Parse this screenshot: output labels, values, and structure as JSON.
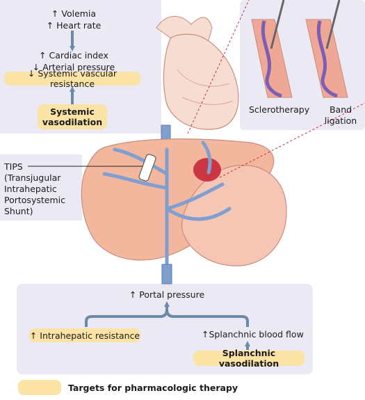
{
  "systemic": {
    "volemia": "↑ Volemia",
    "heart_rate": "↑ Heart rate",
    "cardiac_index": "↑ Cardiac index",
    "arterial_pressure": "↓ Arterial pressure",
    "svr": "↓ Systemic vascular resistance",
    "vasodilation_line1": "Systemic",
    "vasodilation_line2": "vasodilation"
  },
  "endoscopy": {
    "sclerotherapy": "Sclerotherapy",
    "band_line1": "Band",
    "band_line2": "ligation"
  },
  "tips": {
    "line1": "TIPS",
    "line2": "(Transjugular",
    "line3": "Intrahepatic",
    "line4": "Portosystemic",
    "line5": "Shunt)"
  },
  "portal": {
    "portal_pressure": "↑ Portal pressure",
    "intrahepatic": "↑ Intrahepatic resistance",
    "splanchnic_flow": "↑Splanchnic blood flow",
    "splanchnic_vasodilation": "Splanchnic vasodilation"
  },
  "legend": {
    "label": "Targets for pharmacologic therapy"
  },
  "colors": {
    "panel_bg": "#ebe9f3",
    "target_yellow": "#fbe3a6",
    "arrow_blue": "#6a8aa8",
    "vein_blue": "#7f9fd0",
    "liver": "#f2b79c",
    "heart": "#f7dcd2",
    "varix_red": "#c8283a"
  }
}
